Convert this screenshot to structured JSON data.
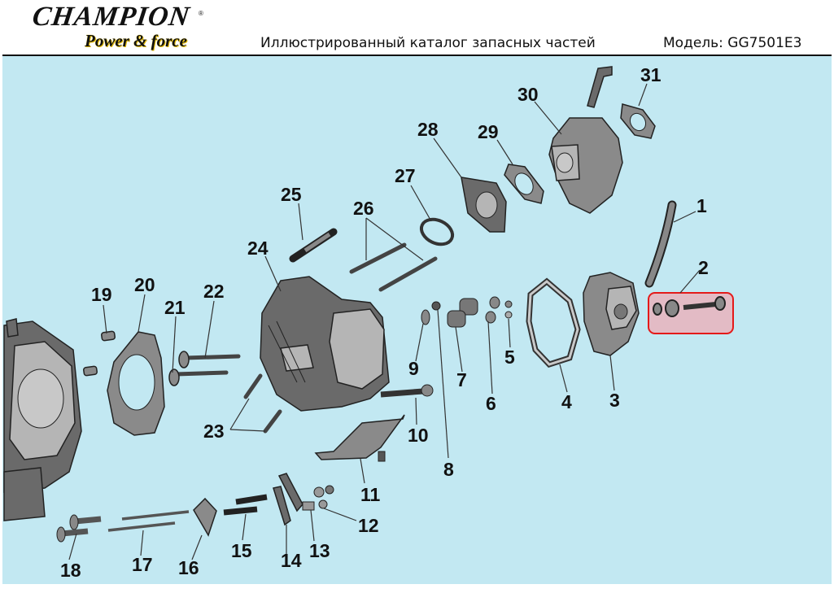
{
  "header": {
    "brand": "CHAMPION",
    "brand_mark": "®",
    "tagline": "Power & force",
    "title": "Иллюстрированный каталог запасных частей",
    "model": "Модель: GG7501E3"
  },
  "diagram": {
    "highlighted_part": "2",
    "highlight_color": "#e41a1a",
    "panel_color": "#c2e8f2",
    "callouts": [
      "1",
      "2",
      "3",
      "4",
      "5",
      "6",
      "7",
      "8",
      "9",
      "10",
      "11",
      "12",
      "13",
      "14",
      "15",
      "16",
      "17",
      "18",
      "19",
      "20",
      "21",
      "22",
      "23",
      "24",
      "25",
      "26",
      "27",
      "28",
      "29",
      "30",
      "31"
    ],
    "parts": {
      "1": "fuel-hose-icon",
      "2": "bolt-washer-set-icon",
      "3": "air-filter-cover-icon",
      "4": "air-filter-element-icon",
      "5": "nut-icon",
      "6": "washer-icon",
      "7": "valve-spring-icon",
      "8": "nut-icon",
      "9": "retainer-icon",
      "10": "bolt-icon",
      "11": "deflector-plate-icon",
      "12": "adjust-nut-icon",
      "13": "pivot-bolt-icon",
      "14": "rocker-arm-icon",
      "15": "stud-bolt-icon",
      "16": "guide-plate-icon",
      "17": "push-rod-icon",
      "18": "tappet-icon",
      "19": "dowel-pin-icon",
      "20": "head-gasket-icon",
      "21": "intake-valve-icon",
      "22": "exhaust-valve-icon",
      "23": "stud-icon",
      "24": "cylinder-head-icon",
      "25": "spark-plug-icon",
      "26": "stud-icon",
      "27": "insulator-gasket-icon",
      "28": "insulator-icon",
      "29": "carburetor-gasket-icon",
      "30": "carburetor-icon",
      "31": "air-filter-gasket-icon"
    }
  }
}
